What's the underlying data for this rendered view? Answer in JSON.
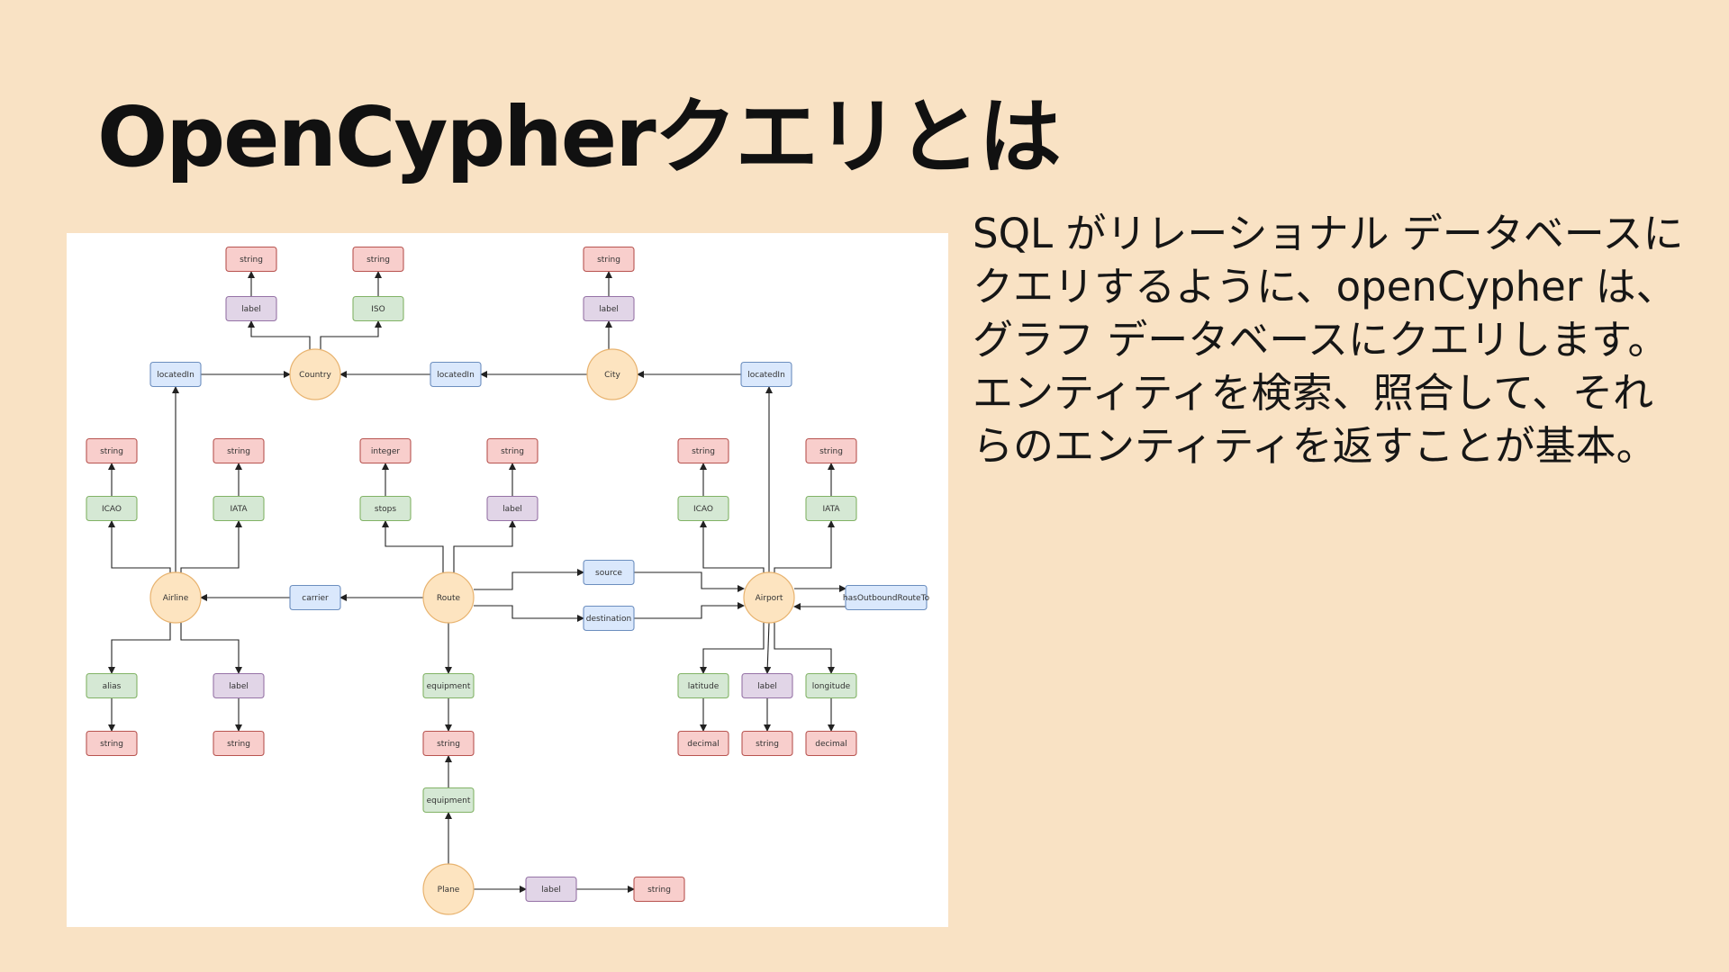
{
  "slide": {
    "title": "OpenCypherクエリとは",
    "body": "SQL がリレーショナル データベースにクエリするように、openCypher は、グラフ データベースにクエリします。エンティティを検索、照合して、それらのエンティティを返すことが基本。"
  },
  "colors": {
    "background": "#f9e2c4",
    "entity_fill": "#fde4c0",
    "entity_stroke": "#e8b36f",
    "relationship_fill": "#dae8fc",
    "relationship_stroke": "#6c8ebf",
    "type_fill": "#f8cecc",
    "type_stroke": "#b85450",
    "property_fill": "#d5e8d4",
    "property_stroke": "#82b366",
    "label_fill": "#e1d5e7",
    "label_stroke": "#9673a6"
  },
  "diagram": {
    "nodes": [
      {
        "id": "country",
        "text": "Country",
        "kind": "entity"
      },
      {
        "id": "city",
        "text": "City",
        "kind": "entity"
      },
      {
        "id": "airline",
        "text": "Airline",
        "kind": "entity"
      },
      {
        "id": "route",
        "text": "Route",
        "kind": "entity"
      },
      {
        "id": "airport",
        "text": "Airport",
        "kind": "entity"
      },
      {
        "id": "plane",
        "text": "Plane",
        "kind": "entity"
      },
      {
        "id": "country_label",
        "text": "label",
        "kind": "label"
      },
      {
        "id": "country_label_type",
        "text": "string",
        "kind": "type"
      },
      {
        "id": "country_iso",
        "text": "ISO",
        "kind": "property"
      },
      {
        "id": "country_iso_type",
        "text": "string",
        "kind": "type"
      },
      {
        "id": "city_label",
        "text": "label",
        "kind": "label"
      },
      {
        "id": "city_label_type",
        "text": "string",
        "kind": "type"
      },
      {
        "id": "locatedin_left",
        "text": "locatedIn",
        "kind": "relationship"
      },
      {
        "id": "locatedin_mid",
        "text": "locatedIn",
        "kind": "relationship"
      },
      {
        "id": "locatedin_right",
        "text": "locatedIn",
        "kind": "relationship"
      },
      {
        "id": "airline_icao",
        "text": "ICAO",
        "kind": "property"
      },
      {
        "id": "airline_icao_type",
        "text": "string",
        "kind": "type"
      },
      {
        "id": "airline_iata",
        "text": "IATA",
        "kind": "property"
      },
      {
        "id": "airline_iata_type",
        "text": "string",
        "kind": "type"
      },
      {
        "id": "airline_alias",
        "text": "alias",
        "kind": "property"
      },
      {
        "id": "airline_alias_type",
        "text": "string",
        "kind": "type"
      },
      {
        "id": "airline_label",
        "text": "label",
        "kind": "label"
      },
      {
        "id": "airline_label_type",
        "text": "string",
        "kind": "type"
      },
      {
        "id": "route_stops",
        "text": "stops",
        "kind": "property"
      },
      {
        "id": "route_stops_type",
        "text": "integer",
        "kind": "type"
      },
      {
        "id": "route_label",
        "text": "label",
        "kind": "label"
      },
      {
        "id": "route_label_type",
        "text": "string",
        "kind": "type"
      },
      {
        "id": "carrier",
        "text": "carrier",
        "kind": "relationship"
      },
      {
        "id": "source",
        "text": "source",
        "kind": "relationship"
      },
      {
        "id": "destination",
        "text": "destination",
        "kind": "relationship"
      },
      {
        "id": "route_equipment",
        "text": "equipment",
        "kind": "property"
      },
      {
        "id": "route_equipment_type",
        "text": "string",
        "kind": "type"
      },
      {
        "id": "airport_icao",
        "text": "ICAO",
        "kind": "property"
      },
      {
        "id": "airport_icao_type",
        "text": "string",
        "kind": "type"
      },
      {
        "id": "airport_iata",
        "text": "IATA",
        "kind": "property"
      },
      {
        "id": "airport_iata_type",
        "text": "string",
        "kind": "type"
      },
      {
        "id": "has_outbound",
        "text": "hasOutboundRouteTo",
        "kind": "relationship"
      },
      {
        "id": "airport_latitude",
        "text": "latitude",
        "kind": "property"
      },
      {
        "id": "airport_latitude_type",
        "text": "decimal",
        "kind": "type"
      },
      {
        "id": "airport_label",
        "text": "label",
        "kind": "label"
      },
      {
        "id": "airport_label_type",
        "text": "string",
        "kind": "type"
      },
      {
        "id": "airport_longitude",
        "text": "longitude",
        "kind": "property"
      },
      {
        "id": "airport_longitude_type",
        "text": "decimal",
        "kind": "type"
      },
      {
        "id": "plane_equipment",
        "text": "equipment",
        "kind": "property"
      },
      {
        "id": "plane_label",
        "text": "label",
        "kind": "label"
      },
      {
        "id": "plane_label_type",
        "text": "string",
        "kind": "type"
      }
    ]
  }
}
